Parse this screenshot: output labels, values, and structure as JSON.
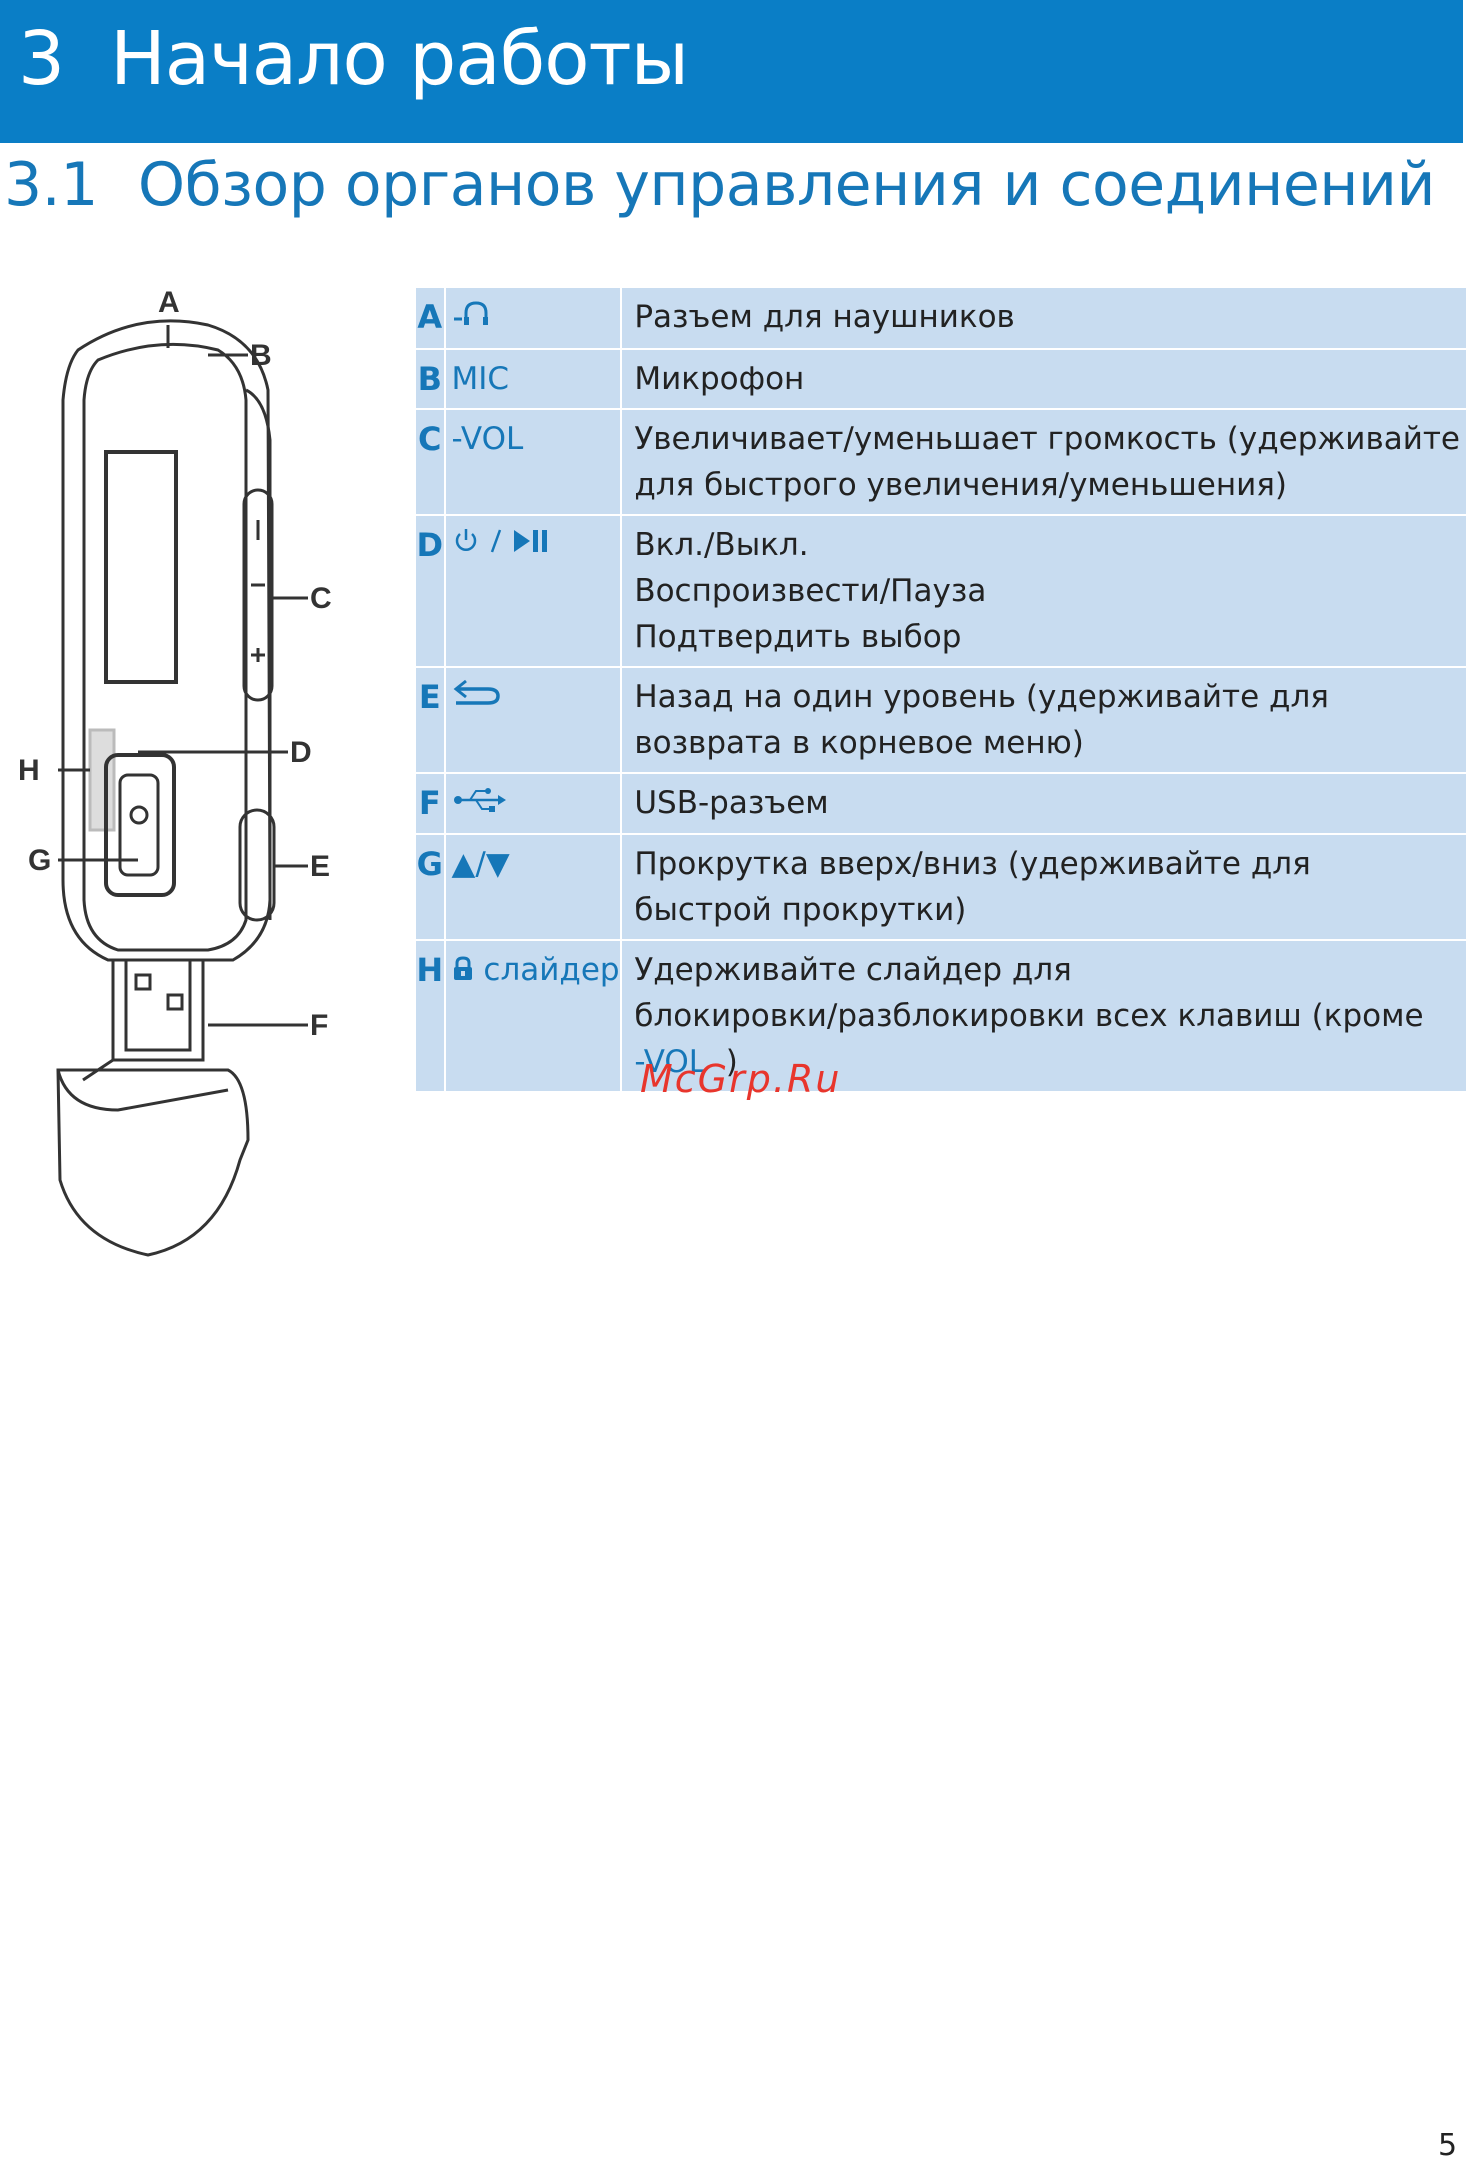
{
  "chapter": {
    "number": "3",
    "title": "Начало работы"
  },
  "section": {
    "number": "3.1",
    "title": "Обзор органов управления и соединений"
  },
  "figure": {
    "labels": [
      "A",
      "B",
      "C",
      "D",
      "E",
      "F",
      "G",
      "H"
    ]
  },
  "controls": [
    {
      "letter": "A",
      "symbol_icon": "headphone-icon",
      "symbol_text": "",
      "description": [
        "Разъем для наушников"
      ]
    },
    {
      "letter": "B",
      "symbol_icon": "",
      "symbol_text": "MIC",
      "description": [
        "Микрофон"
      ]
    },
    {
      "letter": "C",
      "symbol_icon": "",
      "symbol_text": "-VOL",
      "description": [
        "Увеличивает/уменьшает громкость (удерживайте",
        "для быстрого увеличения/уменьшения)"
      ]
    },
    {
      "letter": "D",
      "symbol_icon": "power-play-pause-icon",
      "symbol_text": "",
      "description": [
        "Вкл./Выкл.",
        "Воспроизвести/Пауза",
        "Подтвердить выбор"
      ]
    },
    {
      "letter": "E",
      "symbol_icon": "back-arrow-icon",
      "symbol_text": "",
      "description": [
        "Назад на один уровень (удерживайте для",
        "возврата в корневое меню)"
      ]
    },
    {
      "letter": "F",
      "symbol_icon": "usb-icon",
      "symbol_text": "",
      "description": [
        "USB-разъем"
      ]
    },
    {
      "letter": "G",
      "symbol_icon": "up-down-arrows-icon",
      "symbol_text": "▲/▼",
      "description": [
        "Прокрутка вверх/вниз (удерживайте для",
        "быстрой прокрутки)"
      ]
    },
    {
      "letter": "H",
      "symbol_icon": "lock-icon",
      "symbol_text": "слайдер",
      "description": [
        "Удерживайте слайдер для",
        "блокировки/разблокировки всех клавиш (кроме"
      ],
      "description_tail": "-VOL",
      "description_tail_suffix": ")"
    }
  ],
  "watermark": "McGrp.Ru",
  "page_number": "5",
  "colors": {
    "header": "#0a7ec6",
    "accent": "#1677b8",
    "table_bg": "#c8dcf0",
    "watermark": "#e8352c"
  }
}
